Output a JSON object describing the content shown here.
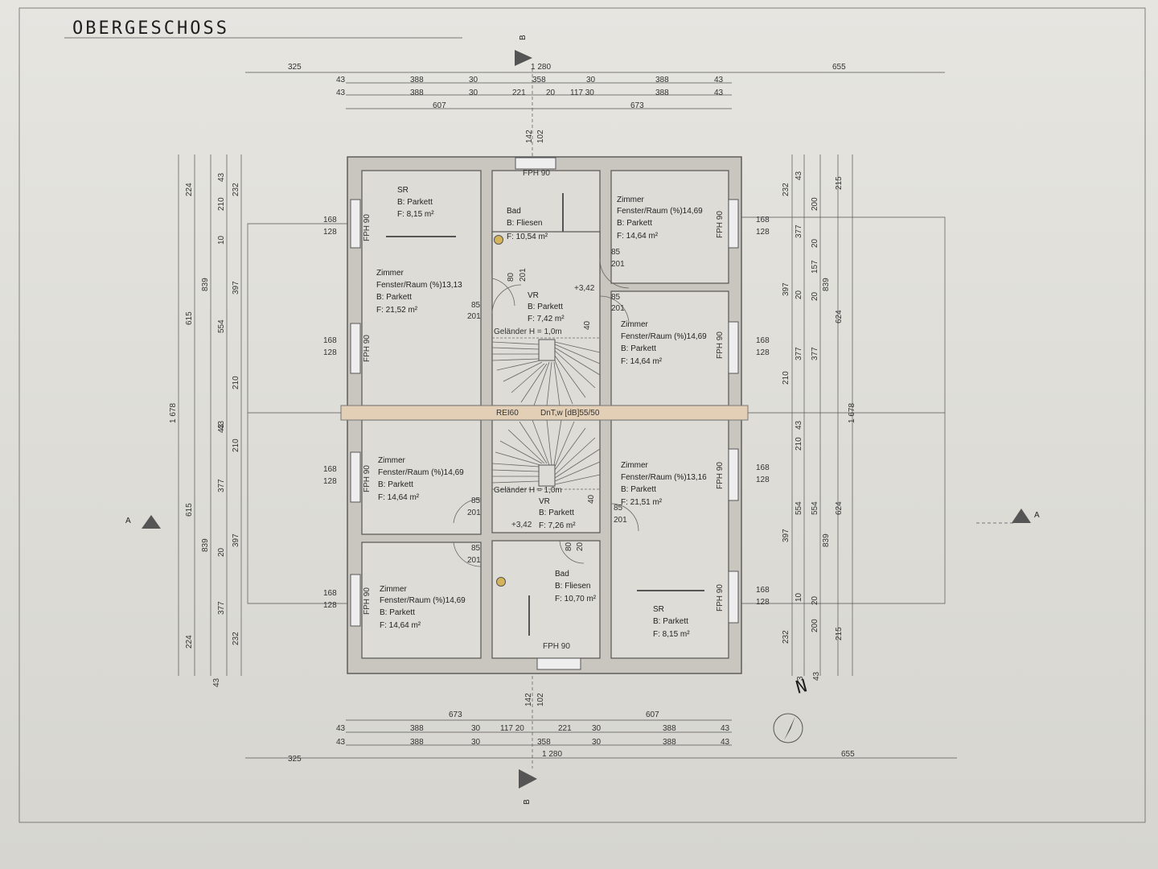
{
  "title": "OBERGESCHOSS",
  "section_labels": {
    "b_top": "B",
    "b_bottom": "B",
    "a_left": "A",
    "a_right": "A"
  },
  "compass_label": "N",
  "top_dims": {
    "overall": {
      "left": "325",
      "mid": "1 280",
      "right": "655"
    },
    "row1": [
      "43",
      "388",
      "30",
      "358",
      "30",
      "388",
      "43"
    ],
    "row2": [
      "43",
      "388",
      "30",
      "221",
      "20",
      "117 30",
      "388",
      "43"
    ],
    "row3": [
      "607",
      "673"
    ],
    "window_top": [
      "142",
      "102"
    ]
  },
  "bottom_dims": {
    "row3": [
      "673",
      "607"
    ],
    "row1": [
      "43",
      "388",
      "30",
      "117 20",
      "221",
      "30",
      "388",
      "43"
    ],
    "row2": [
      "43",
      "388",
      "30",
      "358",
      "30",
      "388",
      "43"
    ],
    "overall": {
      "left": "325",
      "mid": "1 280",
      "right": "655"
    },
    "window_bottom": [
      "142",
      "102"
    ]
  },
  "left_dims": {
    "outer": [
      "1 678"
    ],
    "col2": [
      "615",
      "615"
    ],
    "col3": [
      "224",
      "839",
      "839",
      "224"
    ],
    "col4": [
      "210",
      "10",
      "397",
      "554",
      "210",
      "43",
      "210",
      "377",
      "20",
      "397",
      "377",
      "232"
    ],
    "col5": [
      "43",
      "232",
      "43",
      "43"
    ]
  },
  "right_dims": {
    "outer": [
      "1 678"
    ],
    "col1": [
      "232",
      "397",
      "210",
      "397",
      "232"
    ],
    "col2": [
      "43",
      "377",
      "20",
      "377",
      "43",
      "554",
      "10"
    ],
    "col3": [
      "200",
      "20",
      "157",
      "20",
      "377",
      "210",
      "554",
      "20",
      "200"
    ],
    "col4": [
      "215",
      "839",
      "624",
      "624",
      "839",
      "215"
    ],
    "col5": [
      "3",
      "43"
    ]
  },
  "window_dims": [
    "168",
    "128"
  ],
  "window_label": "FPH 90",
  "rooms": [
    {
      "name": "SR",
      "floor": "B: Parkett",
      "area": "F: 8,15 m²"
    },
    {
      "name": "Bad",
      "floor": "B: Fliesen",
      "area": "F: 10,54 m²"
    },
    {
      "name": "Zimmer",
      "ratio": "Fenster/Raum (%)14,69",
      "floor": "B: Parkett",
      "area": "F: 14,64 m²"
    },
    {
      "name": "Zimmer",
      "ratio": "Fenster/Raum (%)13,13",
      "floor": "B: Parkett",
      "area": "F: 21,52 m²"
    },
    {
      "name": "VR",
      "floor": "B: Parkett",
      "area": "F: 7,42 m²"
    },
    {
      "name": "Zimmer",
      "ratio": "Fenster/Raum (%)14,69",
      "floor": "B: Parkett",
      "area": "F: 14,64 m²"
    },
    {
      "name": "Zimmer",
      "ratio": "Fenster/Raum (%)14,69",
      "floor": "B: Parkett",
      "area": "F: 14,64 m²"
    },
    {
      "name": "VR",
      "floor": "B: Parkett",
      "area": "F: 7,26 m²"
    },
    {
      "name": "Zimmer",
      "ratio": "Fenster/Raum (%)13,16",
      "floor": "B: Parkett",
      "area": "F: 21,51 m²"
    },
    {
      "name": "Zimmer",
      "ratio": "Fenster/Raum (%)14,69",
      "floor": "B: Parkett",
      "area": "F: 14,64 m²"
    },
    {
      "name": "Bad",
      "floor": "B: Fliesen",
      "area": "F: 10,70 m²"
    },
    {
      "name": "SR",
      "floor": "B: Parkett",
      "area": "F: 8,15 m²"
    }
  ],
  "doors": {
    "w1": "85",
    "h1": "201",
    "w2": "80",
    "h2": "201",
    "bath": "20"
  },
  "levels": {
    "upper": "+3,42",
    "lower": "+3,42"
  },
  "railing": {
    "upper": "Geländer H = 1,0m",
    "lower": "Geländer H = 1,0m"
  },
  "landing": {
    "a": "40",
    "b": "40"
  },
  "party_wall": {
    "rating": "REI60",
    "sound": "DnT,w [dB]55/50"
  },
  "bottom_window_label": "FPH 90"
}
